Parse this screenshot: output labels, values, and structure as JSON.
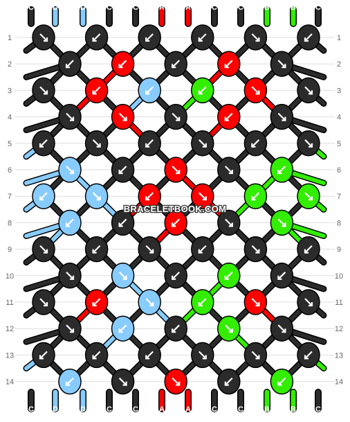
{
  "watermark": "BRACELETBOOK.COM",
  "colors": {
    "A": "#ff0000",
    "B": "#33ee00",
    "C": "#2b2b2b",
    "D": "#88ccff"
  },
  "top_string_labels": [
    "C",
    "D",
    "D",
    "C",
    "C",
    "A",
    "A",
    "C",
    "C",
    "B",
    "B",
    "C"
  ],
  "bottom_string_labels": [
    "C",
    "D",
    "D",
    "C",
    "C",
    "A",
    "A",
    "C",
    "C",
    "B",
    "B",
    "C"
  ],
  "row_numbers": [
    "1",
    "2",
    "3",
    "4",
    "5",
    "6",
    "7",
    "8",
    "9",
    "10",
    "11",
    "12",
    "13",
    "14"
  ],
  "knots": [
    [
      {
        "c": "C",
        "d": "se"
      },
      {
        "c": "C",
        "d": "sw"
      },
      {
        "c": "C",
        "d": "sw"
      },
      {
        "c": "C",
        "d": "sw"
      },
      {
        "c": "C",
        "d": "se"
      },
      {
        "c": "C",
        "d": "sw"
      }
    ],
    [
      {
        "c": "C",
        "d": "sw"
      },
      {
        "c": "A",
        "d": "sw"
      },
      {
        "c": "C",
        "d": "sw"
      },
      {
        "c": "A",
        "d": "sw"
      },
      {
        "c": "C",
        "d": "se"
      }
    ],
    [
      {
        "c": "C",
        "d": "se"
      },
      {
        "c": "A",
        "d": "sw"
      },
      {
        "c": "D",
        "d": "sw"
      },
      {
        "c": "B",
        "d": "sw"
      },
      {
        "c": "A",
        "d": "se"
      },
      {
        "c": "C",
        "d": "se"
      }
    ],
    [
      {
        "c": "C",
        "d": "se"
      },
      {
        "c": "A",
        "d": "se"
      },
      {
        "c": "C",
        "d": "se"
      },
      {
        "c": "A",
        "d": "sw"
      },
      {
        "c": "C",
        "d": "se"
      }
    ],
    [
      {
        "c": "C",
        "d": "sw"
      },
      {
        "c": "C",
        "d": "se"
      },
      {
        "c": "C",
        "d": "sw"
      },
      {
        "c": "C",
        "d": "se"
      },
      {
        "c": "C",
        "d": "sw"
      },
      {
        "c": "C",
        "d": "se"
      }
    ],
    [
      {
        "c": "D",
        "d": "se"
      },
      {
        "c": "C",
        "d": "sw"
      },
      {
        "c": "A",
        "d": "se"
      },
      {
        "c": "C",
        "d": "se"
      },
      {
        "c": "B",
        "d": "sw"
      }
    ],
    [
      {
        "c": "D",
        "d": "sw"
      },
      {
        "c": "D",
        "d": "se"
      },
      {
        "c": "A",
        "d": "sw"
      },
      {
        "c": "A",
        "d": "se"
      },
      {
        "c": "B",
        "d": "sw"
      },
      {
        "c": "B",
        "d": "se"
      }
    ],
    [
      {
        "c": "D",
        "d": "sw"
      },
      {
        "c": "C",
        "d": "sw"
      },
      {
        "c": "A",
        "d": "sw"
      },
      {
        "c": "C",
        "d": "se"
      },
      {
        "c": "B",
        "d": "se"
      }
    ],
    [
      {
        "c": "C",
        "d": "se"
      },
      {
        "c": "C",
        "d": "sw"
      },
      {
        "c": "C",
        "d": "se"
      },
      {
        "c": "C",
        "d": "sw"
      },
      {
        "c": "C",
        "d": "se"
      },
      {
        "c": "C",
        "d": "sw"
      }
    ],
    [
      {
        "c": "C",
        "d": "se"
      },
      {
        "c": "D",
        "d": "se"
      },
      {
        "c": "C",
        "d": "sw"
      },
      {
        "c": "B",
        "d": "sw"
      },
      {
        "c": "C",
        "d": "sw"
      }
    ],
    [
      {
        "c": "C",
        "d": "se"
      },
      {
        "c": "A",
        "d": "sw"
      },
      {
        "c": "D",
        "d": "se"
      },
      {
        "c": "B",
        "d": "sw"
      },
      {
        "c": "A",
        "d": "se"
      },
      {
        "c": "C",
        "d": "se"
      }
    ],
    [
      {
        "c": "C",
        "d": "se"
      },
      {
        "c": "D",
        "d": "sw"
      },
      {
        "c": "C",
        "d": "sw"
      },
      {
        "c": "B",
        "d": "se"
      },
      {
        "c": "C",
        "d": "se"
      }
    ],
    [
      {
        "c": "C",
        "d": "sw"
      },
      {
        "c": "C",
        "d": "sw"
      },
      {
        "c": "C",
        "d": "sw"
      },
      {
        "c": "C",
        "d": "se"
      },
      {
        "c": "C",
        "d": "se"
      },
      {
        "c": "C",
        "d": "sw"
      }
    ],
    [
      {
        "c": "D",
        "d": "sw"
      },
      {
        "c": "C",
        "d": "se"
      },
      {
        "c": "A",
        "d": "se"
      },
      {
        "c": "C",
        "d": "sw"
      },
      {
        "c": "B",
        "d": "sw"
      }
    ]
  ]
}
